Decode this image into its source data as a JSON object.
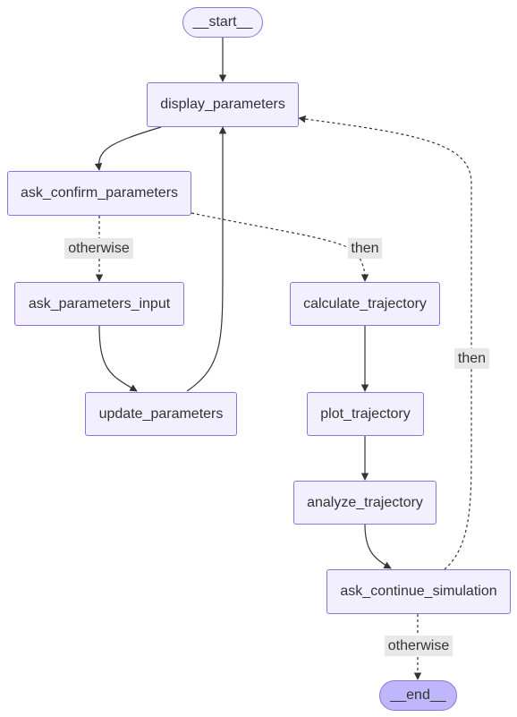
{
  "nodes": {
    "start": "__start__",
    "display_parameters": "display_parameters",
    "ask_confirm_parameters": "ask_confirm_parameters",
    "ask_parameters_input": "ask_parameters_input",
    "update_parameters": "update_parameters",
    "calculate_trajectory": "calculate_trajectory",
    "plot_trajectory": "plot_trajectory",
    "analyze_trajectory": "analyze_trajectory",
    "ask_continue_simulation": "ask_continue_simulation",
    "end": "__end__"
  },
  "edge_labels": {
    "otherwise_1": "otherwise",
    "then_1": "then",
    "then_2": "then",
    "otherwise_2": "otherwise"
  },
  "colors": {
    "node_fill": "#f2f0ff",
    "node_border": "#9370db",
    "end_fill": "#bfb6fc",
    "edge": "#333333",
    "label_bg": "#e8e8e8"
  }
}
